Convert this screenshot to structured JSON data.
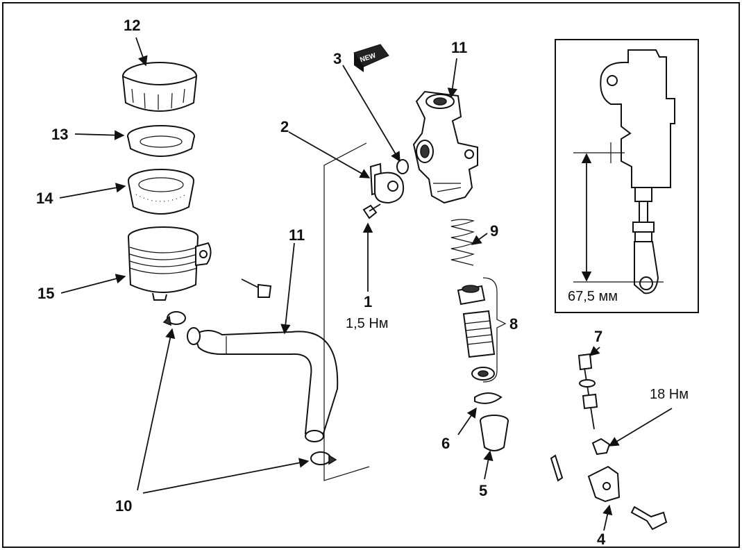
{
  "callouts": {
    "c1": "1",
    "c2": "2",
    "c3": "3",
    "c4": "4",
    "c5": "5",
    "c6": "6",
    "c7": "7",
    "c8": "8",
    "c9": "9",
    "c10": "10",
    "c11_top": "11",
    "c11_hose": "11",
    "c12": "12",
    "c13": "13",
    "c14": "14",
    "c15": "15"
  },
  "torque": {
    "bolt": "1,5 Нм",
    "nut": "18 Нм"
  },
  "inset": {
    "dimension": "67,5 мм"
  },
  "badge": {
    "text": "NEW"
  }
}
